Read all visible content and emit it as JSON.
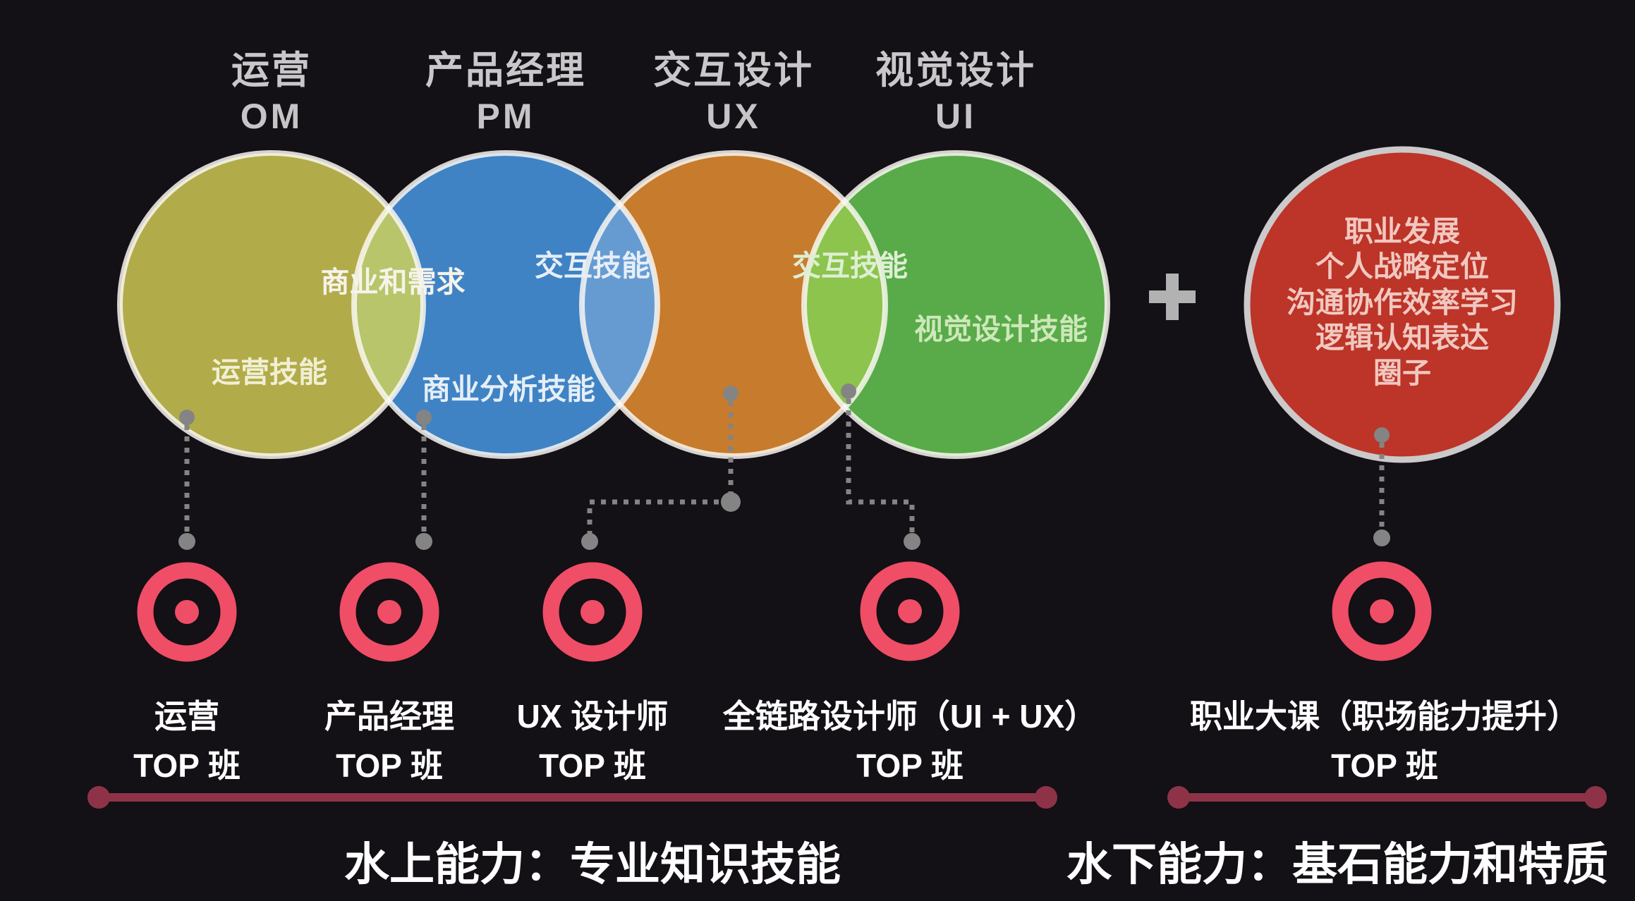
{
  "diagram": {
    "roles": [
      {
        "zh": "运营",
        "code": "OM",
        "skill": "运营技能"
      },
      {
        "zh": "产品经理",
        "code": "PM",
        "skill": "商业分析技能"
      },
      {
        "zh": "交互设计",
        "code": "UX"
      },
      {
        "zh": "视觉设计",
        "code": "UI",
        "skill": "视觉设计技能"
      }
    ],
    "overlaps": [
      {
        "label": "商业和需求"
      },
      {
        "label": "交互技能"
      },
      {
        "label": "交互技能"
      }
    ],
    "plus_sign": "+",
    "career_circle": {
      "lines": [
        "职业发展",
        "个人战略定位",
        "沟通协作效率学习",
        "逻辑认知表达",
        "圈子"
      ]
    }
  },
  "courses": [
    {
      "name": "运营",
      "tier": "TOP 班"
    },
    {
      "name": "产品经理",
      "tier": "TOP 班"
    },
    {
      "name": "UX 设计师",
      "tier": "TOP 班"
    },
    {
      "name": "全链路设计师（UI + UX）",
      "tier": "TOP 班"
    },
    {
      "name": "职业大课（职场能力提升）",
      "tier": "TOP 班"
    }
  ],
  "footers": {
    "above_water": "水上能力：专业知识技能",
    "below_water": "水下能力：基石能力和特质"
  },
  "colors": {
    "background": "#131016",
    "circle_om": "#b2ab49",
    "circle_pm": "#3f83c5",
    "circle_ux": "#c77b2c",
    "circle_ui": "#58ab48",
    "circle_career": "#bd3428",
    "overlap_om_pm": "#b8c56a",
    "overlap_pm_ux": "#669bd2",
    "overlap_ux_ui": "#8cc44d",
    "ring": "rgba(250,248,243,0.84)",
    "career_ring": "#cbc9c9",
    "plus": "#b2b2b2",
    "bullseye": "#ef4e66",
    "connector": "#848484",
    "baseline": "#8e3347"
  }
}
